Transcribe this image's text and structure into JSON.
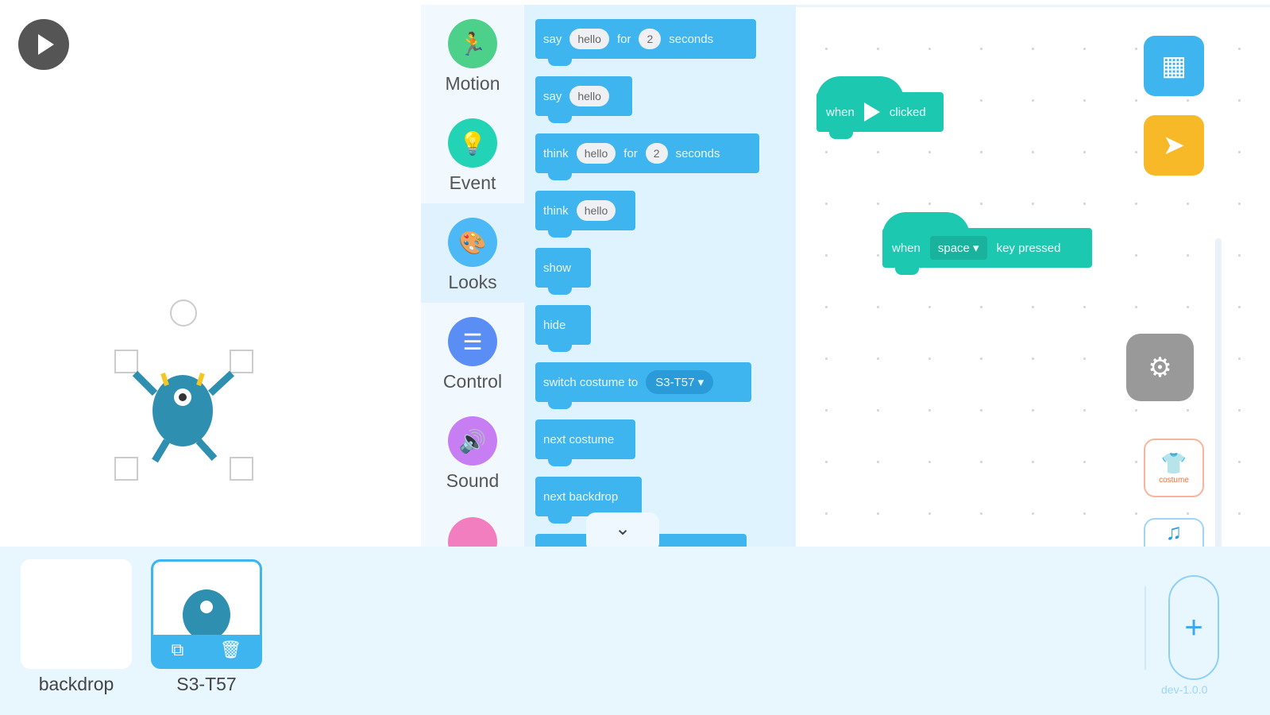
{
  "stage": {
    "run_button": "run-icon",
    "sprite_name": "S3-T57"
  },
  "categories": [
    {
      "label": "Motion",
      "color": "#4cd08a",
      "icon": "running-man-icon"
    },
    {
      "label": "Event",
      "color": "#22d3b5",
      "icon": "lightbulb-icon"
    },
    {
      "label": "Looks",
      "color": "#4cb8f5",
      "icon": "palette-icon",
      "selected": true
    },
    {
      "label": "Control",
      "color": "#5b8ef5",
      "icon": "toggle-icon"
    },
    {
      "label": "Sound",
      "color": "#c77ef2",
      "icon": "speaker-icon"
    }
  ],
  "palette": {
    "b1": {
      "a": "say",
      "v": "hello",
      "b": "for",
      "n": "2",
      "c": "seconds"
    },
    "b2": {
      "a": "say",
      "v": "hello"
    },
    "b3": {
      "a": "think",
      "v": "hello",
      "b": "for",
      "n": "2",
      "c": "seconds"
    },
    "b4": {
      "a": "think",
      "v": "hello"
    },
    "b5": "show",
    "b6": "hide",
    "b7": {
      "a": "switch costume to",
      "v": "S3-T57 ▾"
    },
    "b8": "next costume",
    "b9": "next backdrop",
    "scroll": "⌄"
  },
  "workspace": {
    "h1": {
      "a": "when",
      "b": "clicked"
    },
    "h2": {
      "a": "when",
      "v": "space ▾",
      "b": "key pressed"
    },
    "costume_label": "costume"
  },
  "bottom": {
    "backdrop": "backdrop",
    "sprite": "S3-T57",
    "add": "+",
    "version": "dev-1.0.0"
  },
  "colors": {
    "looks_block": "#3fb5f0",
    "event_block": "#1dc8b0",
    "bar": "#e8f6fd"
  }
}
